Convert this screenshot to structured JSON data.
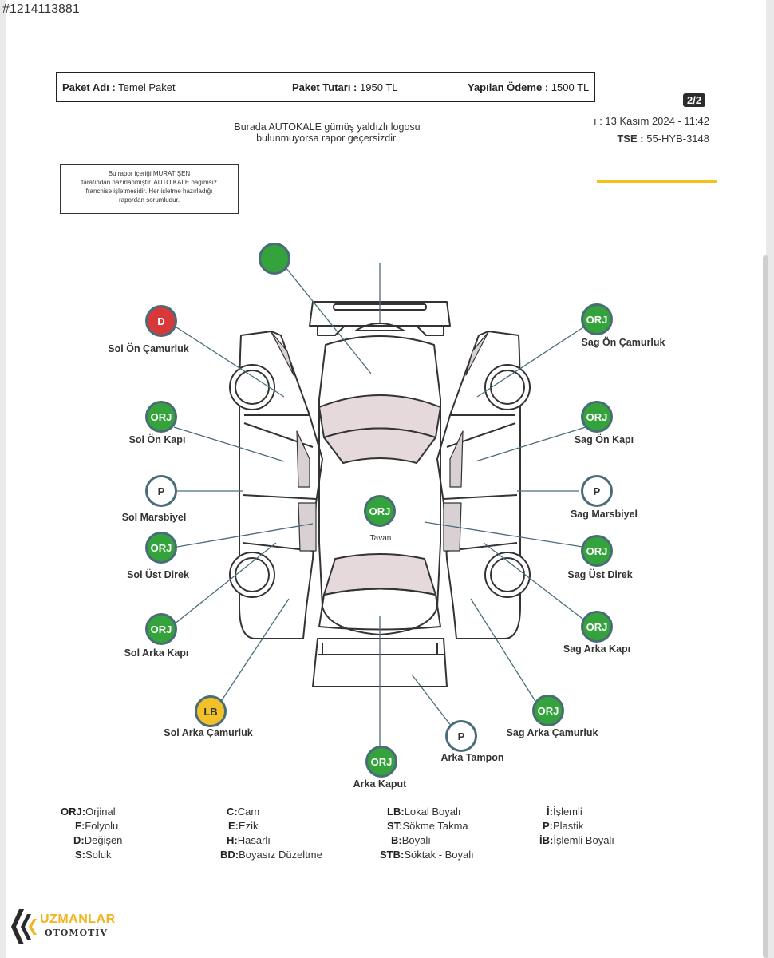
{
  "listing_id": "#1214113881",
  "package": {
    "name_label": "Paket Adı :",
    "name_value": "Temel Paket",
    "amount_label": "Paket Tutarı :",
    "amount_value": "1950 TL",
    "payment_label": "Yapılan Ödeme :",
    "payment_value": "1500 TL"
  },
  "page_badge": "2/2",
  "date_line": "ı : 13 Kasım 2024 - 11:42",
  "tse_label": "TSE :",
  "tse_value": "55-HYB-3148",
  "notice": {
    "line1": "Burada AUTOKALE gümüş yaldızlı logosu",
    "line2": "bulunmuyorsa rapor geçersizdir."
  },
  "disclaimer": {
    "line1": "Bu rapor içeriği MURAT ŞEN",
    "line2": "tarafından hazırlanmıştır. AUTO KALE bağımsız",
    "line3": "franchise işletmesidir. Her işletme hazırladığı",
    "line4": "rapordan sorumludur."
  },
  "parts": [
    {
      "code": "",
      "label": "",
      "status": "green"
    },
    {
      "code": "D",
      "label": "Sol Ön Çamurluk",
      "status": "red"
    },
    {
      "code": "ORJ",
      "label": "Sag Ön Çamurluk",
      "status": "green"
    },
    {
      "code": "ORJ",
      "label": "Sol Ön Kapı",
      "status": "green"
    },
    {
      "code": "ORJ",
      "label": "Sag Ön Kapı",
      "status": "green"
    },
    {
      "code": "P",
      "label": "Sol Marsbiyel",
      "status": "white"
    },
    {
      "code": "P",
      "label": "Sag Marsbiyel",
      "status": "white"
    },
    {
      "code": "ORJ",
      "label": "Tavan",
      "status": "green"
    },
    {
      "code": "ORJ",
      "label": "Sol Üst Direk",
      "status": "green"
    },
    {
      "code": "ORJ",
      "label": "Sag Üst Direk",
      "status": "green"
    },
    {
      "code": "ORJ",
      "label": "Sol Arka Kapı",
      "status": "green"
    },
    {
      "code": "ORJ",
      "label": "Sag Arka Kapı",
      "status": "green"
    },
    {
      "code": "LB",
      "label": "Sol Arka Çamurluk",
      "status": "yellow"
    },
    {
      "code": "ORJ",
      "label": "Sag Arka Çamurluk",
      "status": "green"
    },
    {
      "code": "P",
      "label": "Arka Tampon",
      "status": "white"
    },
    {
      "code": "ORJ",
      "label": "Arka Kaput",
      "status": "green"
    }
  ],
  "legend": [
    {
      "code": "ORJ:",
      "text": "Orjinal"
    },
    {
      "code": "F:",
      "text": "Folyolu"
    },
    {
      "code": "D:",
      "text": "Değişen"
    },
    {
      "code": "S:",
      "text": "Soluk"
    },
    {
      "code": "C:",
      "text": "Cam"
    },
    {
      "code": "E:",
      "text": "Ezik"
    },
    {
      "code": "H:",
      "text": "Hasarlı"
    },
    {
      "code": "BD:",
      "text": "Boyasız Düzeltme"
    },
    {
      "code": "LB:",
      "text": "Lokal Boyalı"
    },
    {
      "code": "ST:",
      "text": "Sökme Takma"
    },
    {
      "code": "B:",
      "text": "Boyalı"
    },
    {
      "code": "STB:",
      "text": "Söktak - Boyalı"
    },
    {
      "code": "İ:",
      "text": "İşlemli"
    },
    {
      "code": "P:",
      "text": "Plastik"
    },
    {
      "code": "İB:",
      "text": "İşlemli Boyalı"
    }
  ],
  "logo": {
    "line1": "UZMANLAR",
    "line2": "OTOMOTİV"
  },
  "colors": {
    "green": "#34a33c",
    "red": "#d7393b",
    "yellow": "#f2c12a",
    "white": "#ffffff",
    "ring": "#4a6c79",
    "accent": "#f2c21c"
  }
}
